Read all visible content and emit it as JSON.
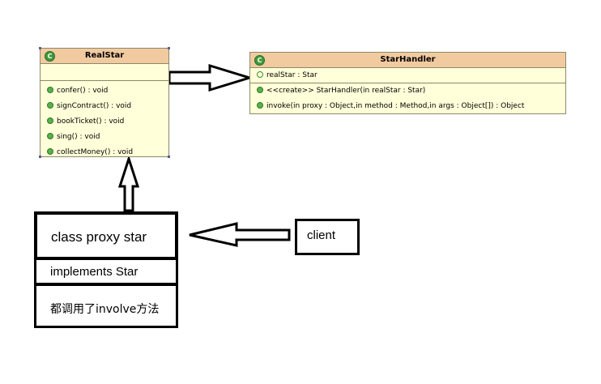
{
  "realstar": {
    "title": "RealStar",
    "icon": "class-icon",
    "methods": [
      "confer() : void",
      "signContract() : void",
      "bookTicket() : void",
      "sing() : void",
      "collectMoney() : void"
    ]
  },
  "starhandler": {
    "title": "StarHandler",
    "icon": "class-icon",
    "attributes": [
      "realStar : Star"
    ],
    "methods": [
      "<<create>> StarHandler(in realStar : Star)",
      "invoke(in proxy : Object,in method : Method,in args : Object[]) : Object"
    ]
  },
  "proxy": {
    "title": "class proxy star",
    "implements": "implements Star",
    "note": "都调用了involve方法"
  },
  "client": {
    "label": "client"
  },
  "colors": {
    "uml_fill": "#ffffd9",
    "uml_header": "#f2caa0",
    "icon_green": "#3f9a3a"
  }
}
